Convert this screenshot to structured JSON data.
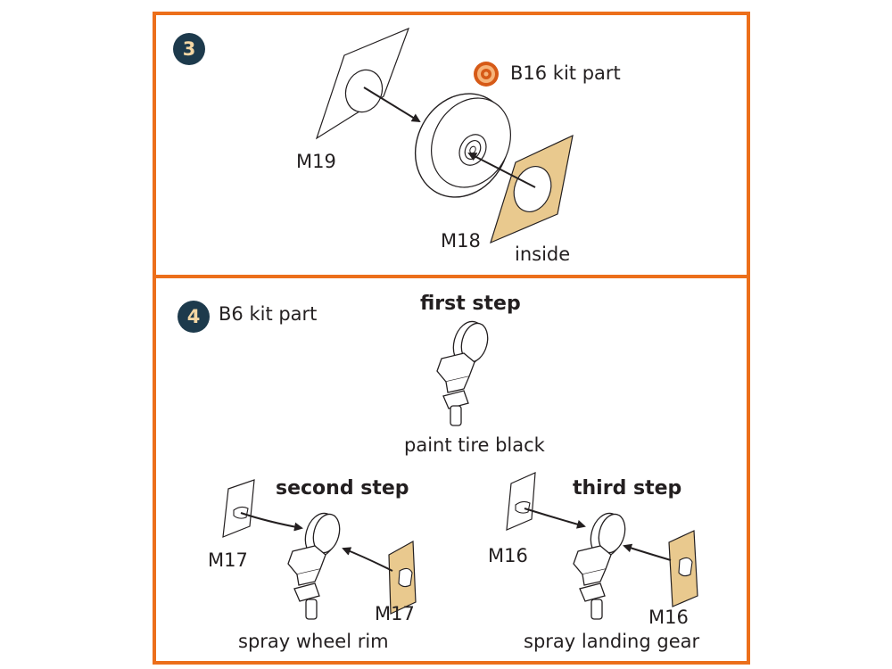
{
  "colors": {
    "frame": "#ec6f1b",
    "badge": "#1d3a4c",
    "badge_text": "#f4d7a4",
    "decal_tan": "#e9c98e",
    "kit_part_icon": "#d65a17"
  },
  "step3": {
    "number": "3",
    "kit_part_label": "B16 kit part",
    "kit_part_icon": "kit-part-circle-icon",
    "labels": {
      "m19": "M19",
      "m18": "M18",
      "inside": "inside"
    }
  },
  "step4": {
    "number": "4",
    "kit_part_label": "B6 kit part",
    "first_step": {
      "title": "first step",
      "caption": "paint tire black"
    },
    "second_step": {
      "title": "second step",
      "caption": "spray wheel rim",
      "left_part": "M17",
      "right_part": "M17"
    },
    "third_step": {
      "title": "third step",
      "caption": "spray landing gear",
      "left_part": "M16",
      "right_part": "M16"
    }
  }
}
